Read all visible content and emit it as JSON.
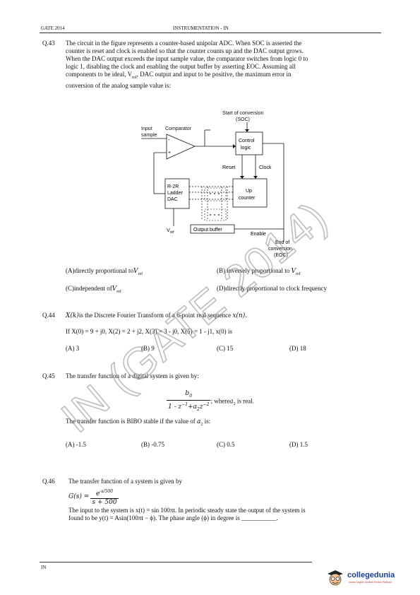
{
  "header": {
    "left": "GATE 2014",
    "center": "INSTRUMENTATION - IN"
  },
  "footer": {
    "left": "IN",
    "logo": "collegedunia",
    "logo_tag": "India's largest Student Review Platform"
  },
  "watermark": "IN (GATE 2014)",
  "q43": {
    "num": "Q.43",
    "lines": [
      "The circuit in the figure represents a counter-based unipolar ADC. When SOC is asserted the",
      "counter is reset and clock is enabled so that the counter counts up and the DAC output grows.",
      "When the DAC output exceeds the input sample value, the comparator switches from logic 0 to",
      "logic 1, disabling the clock and enabling the output buffer by asserting EOC. Assuming all",
      "components to be ideal, V",
      "conversion of the analog sample value is:"
    ],
    "line5_rest": ", DAC output and input to be positive, the maximum error in",
    "ref_sub": "ref",
    "diagram": {
      "soc1": "Start of conversion",
      "soc2": "(SOC)",
      "input1": "Input",
      "input2": "sample",
      "comparator": "Comparator",
      "control1": "Control",
      "control2": "logic",
      "reset": "Reset",
      "clock": "Clock",
      "dac1": "R-2R",
      "dac2": "Ladder",
      "dac3": "DAC",
      "up1": "Up",
      "up2": "counter",
      "vref": "V",
      "vref_sub": "ref",
      "buffer": "Output buffer",
      "enable": "Enable",
      "eoc1": "End of",
      "eoc2": "conversion",
      "eoc3": "(EOC)",
      "minus": "-",
      "plus": "+"
    },
    "optA": "(A)directly proportional to",
    "optB": "(B) inversely proportional to",
    "optC": "(C)independent of",
    "optD": "(D)directly proportional to clock frequency",
    "vref_inline": "V",
    "ref": "ref"
  },
  "q44": {
    "num": "Q.44",
    "stem_a": "X(k)",
    "stem_b": "is the Discrete Fourier Transform of a 6-point real sequence ",
    "stem_c": "x(n).",
    "given": "If  X(0) = 9 + j0,  X(2) = 2 + j2,  X(3) = 3 - j0,  X(5) = 1 - j1,  x(0) is",
    "optA": "(A) 3",
    "optB": "(B) 9",
    "optC": "(C) 15",
    "optD": "(D) 18"
  },
  "q45": {
    "num": "Q.45",
    "stem": "The transfer function of a digital system is given by:",
    "num_expr": "b",
    "num_sub": "0",
    "den_expr": "1 - z",
    "where": "; where",
    "where_rest": " is real.",
    "a2": "a",
    "a2_sub": "2",
    "bibo": "The transfer function is BIBO stable if the value of",
    "bibo_rest": " is:",
    "optA": "(A) -1.5",
    "optB": "(B) -0.75",
    "optC": "(C) 0.5",
    "optD": "(D) 1.5"
  },
  "q46": {
    "num": "Q.46",
    "stem": "The transfer function of a system is given by",
    "gs": "G(s) =",
    "num_expr": "e",
    "num_sup": "-s/500",
    "den_expr": "s + 500",
    "line1": "The input to the system is x(t) = sin 100πt. In periodic steady state the output of the system is",
    "line2": "found to be y(t) = Asin(100πt − ϕ). The phase angle (ϕ) in degree is ___________."
  }
}
